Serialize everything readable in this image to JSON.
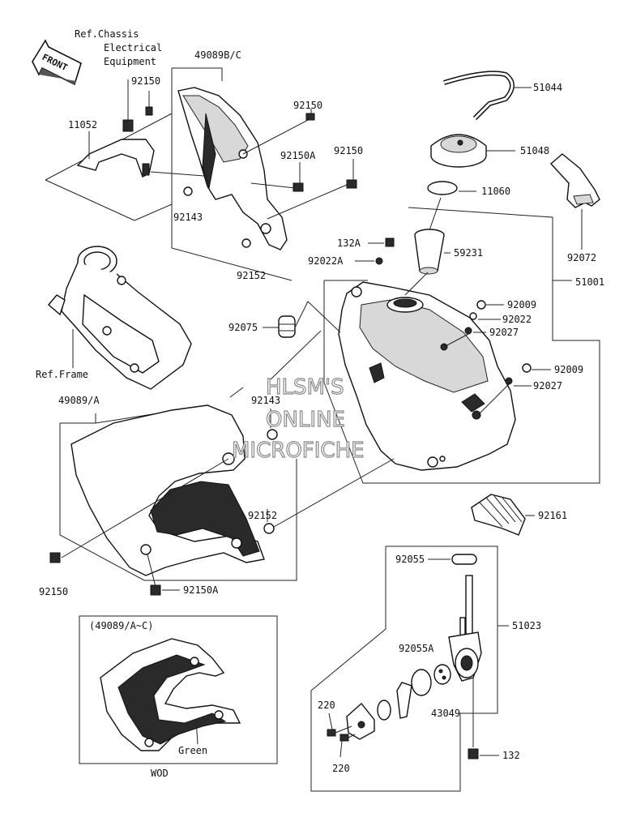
{
  "labels": {
    "front": "FRONT",
    "ref_chassis_1": "Ref.Chassis",
    "ref_chassis_2": "Electrical",
    "ref_chassis_3": "Equipment",
    "p49089bc": "49089B/C",
    "p92150_a": "92150",
    "p92150_b": "92150",
    "p92150_c": "92150",
    "p92150_d": "92150",
    "p92150a_a": "92150A",
    "p92150a_b": "92150A",
    "p11052": "11052",
    "p92143_a": "92143",
    "p92143_b": "92143",
    "p92152_a": "92152",
    "p92152_b": "92152",
    "p51044": "51044",
    "p51048": "51048",
    "p11060": "11060",
    "p92072": "92072",
    "p132a": "132A",
    "p59231": "59231",
    "p92022a": "92022A",
    "p51001": "51001",
    "p92009_a": "92009",
    "p92009_b": "92009",
    "p92022": "92022",
    "p92027_a": "92027",
    "p92027_b": "92027",
    "p92075": "92075",
    "ref_frame": "Ref.Frame",
    "p49089a": "49089/A",
    "p92161": "92161",
    "p92055": "92055",
    "p51023": "51023",
    "p92055a": "92055A",
    "p43049": "43049",
    "p220_a": "220",
    "p220_b": "220",
    "p132": "132",
    "inset_title": "(49089/A~C)",
    "green": "Green",
    "wod": "WOD"
  },
  "watermark": {
    "line1": "HLSM'S",
    "line2": "ONLINE",
    "line3": "MICROFICHE"
  }
}
